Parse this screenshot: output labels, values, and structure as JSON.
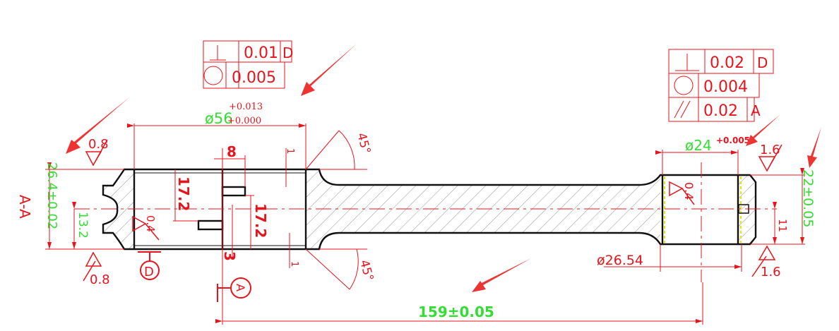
{
  "drawing": {
    "section_label": "A-A",
    "fcf_left": {
      "row1": {
        "symbol": "perpendicularity",
        "value": "0.01",
        "datum": "D"
      },
      "row2": {
        "symbol": "circularity",
        "value": "0.005"
      }
    },
    "fcf_right": {
      "row1": {
        "symbol": "perpendicularity",
        "value": "0.02",
        "datum": "D"
      },
      "row2": {
        "symbol": "circularity",
        "value": "0.004"
      },
      "row3": {
        "symbol": "parallelism",
        "value": "0.02",
        "datum": "A"
      }
    },
    "dims": {
      "bore_dia": "ø56",
      "bore_tol_upper": "+0.013",
      "bore_tol_lower": "+0.000",
      "height_left": "26.4±0.02",
      "half_height_left": "13.2",
      "slot_width": "8",
      "slot_pos_1": "17.2",
      "slot_pos_2": "17.2",
      "slot_depth": "3",
      "step_top": "1",
      "step_bottom": "1",
      "angle_top": "45°",
      "angle_bottom": "45°",
      "hub_dia": "ø24",
      "hub_tol": "+0.005",
      "hub_outer_dia": "ø26.54",
      "height_right": "22±0.05",
      "half_height_right": "11",
      "center_distance": "159±0.05"
    },
    "roughness": {
      "left_top": "0.8",
      "left_bottom": "0.8",
      "bore": "0.4",
      "hub_bore": "0.4",
      "right_top": "1.6",
      "right_bottom": "1.6"
    },
    "datums": {
      "d": "D",
      "a": "A"
    },
    "colors": {
      "line": "#e8141c",
      "outline": "#111111",
      "highlight": "#33dd33",
      "arrow": "#ee3333"
    }
  }
}
